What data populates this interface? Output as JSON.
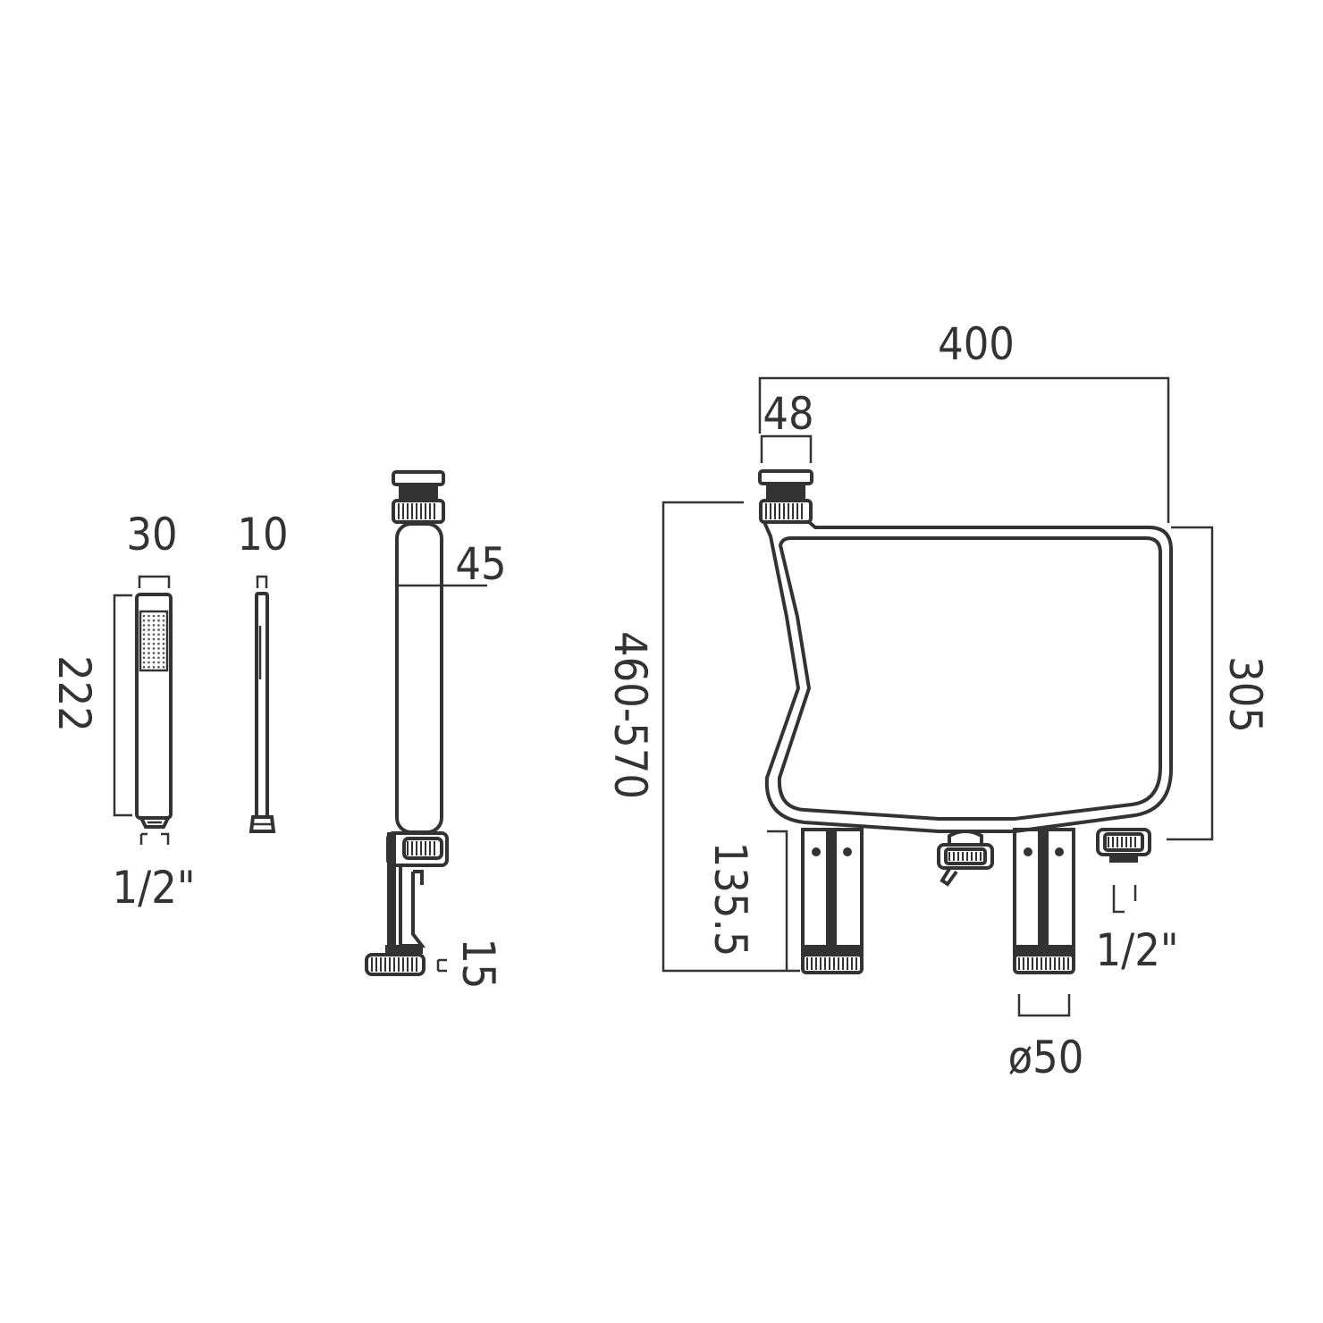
{
  "handset": {
    "width_label": "30",
    "height_label": "222",
    "connection_label": "1/2\""
  },
  "handset_side": {
    "thickness_label": "10"
  },
  "spout_column": {
    "diameter_label": "45",
    "base_label": "15"
  },
  "bath_mixer": {
    "overall_width_label": "400",
    "outlet_width_label": "48",
    "height_range_label": "460-570",
    "depth_label": "305",
    "leg_height_label": "135.5",
    "leg_diameter_label": "ø50",
    "connection_label": "1/2\""
  },
  "colors": {
    "line": "#333333",
    "background": "#ffffff"
  }
}
